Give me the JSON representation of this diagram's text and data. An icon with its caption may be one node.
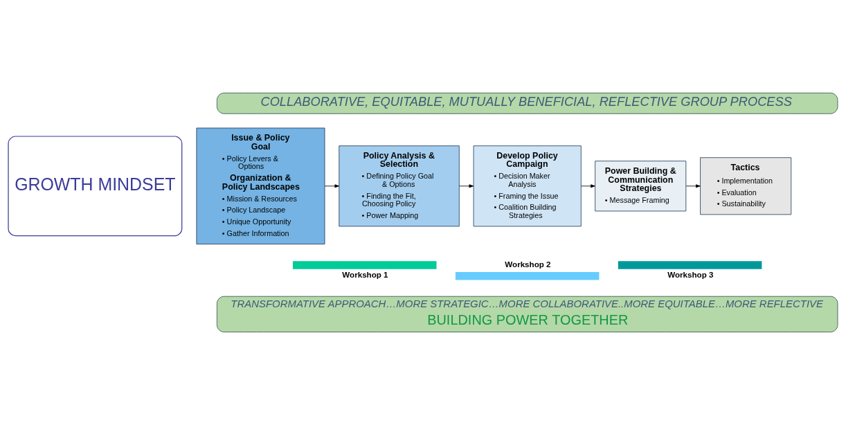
{
  "diagram": {
    "nodes": [
      {
        "text": [
          "COLLABORATIVE, EQUITABLE, MUTUALLY BENEFICIAL, REFLECTIVE GROUP PROCESS"
        ]
      },
      {
        "text": [
          "GROWTH MINDSET"
        ]
      },
      {
        "text": [
          "Issue & Policy Goal",
          "• Policy Levers & Options",
          "Organization & Policy Landscapes",
          "• Mission & Resources",
          "• Policy Landscape",
          "• Unique Opportunity",
          "• Gather Information"
        ]
      },
      {
        "text": [
          "Policy Analysis & Selection",
          "• Defining Policy Goal & Options",
          "• Finding the Fit, Choosing Policy",
          "• Power Mapping"
        ]
      },
      {
        "text": [
          "Develop Policy Campaign",
          "• Decision Maker Analysis",
          "• Framing the Issue",
          "• Coalition Building Strategies"
        ]
      },
      {
        "text": [
          "Power Building & Communication Strategies",
          "• Message Framing"
        ]
      },
      {
        "text": [
          "Tactics",
          "• Implementation",
          "• Evaluation",
          "• Sustainability"
        ]
      },
      {
        "text": [
          "Workshop 1"
        ]
      },
      {
        "text": [
          "Workshop 2"
        ]
      },
      {
        "text": [
          "Workshop 3"
        ]
      },
      {
        "text": [
          "TRANSFORMATIVE APPROACH…MORE STRATEGIC…MORE COLLABORATIVE..MORE EQUITABLE…MORE REFLECTIVE",
          "BUILDING POWER TOGETHER"
        ]
      }
    ],
    "edges": [
      {
        "from": 2,
        "to": 3,
        "arrow": "to"
      },
      {
        "from": 3,
        "to": 4,
        "arrow": "to"
      },
      {
        "from": 4,
        "to": 5,
        "arrow": "to"
      },
      {
        "from": 5,
        "to": 6,
        "arrow": "to"
      }
    ]
  }
}
